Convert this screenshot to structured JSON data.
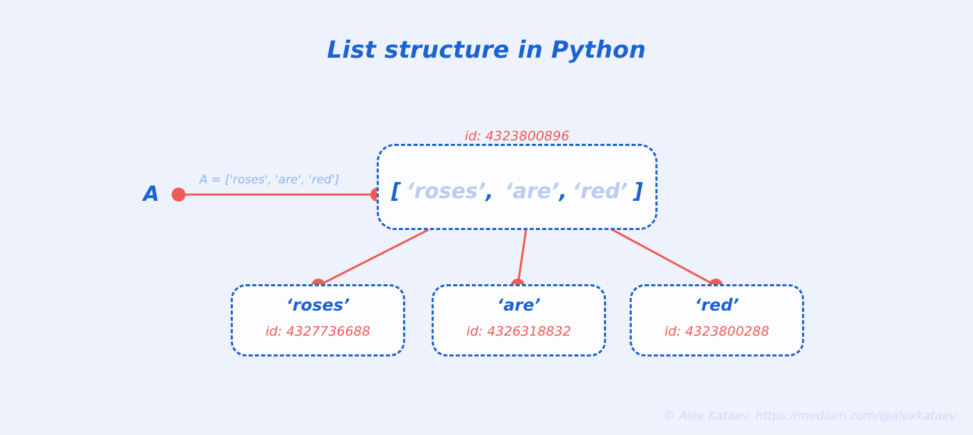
{
  "title": "List structure in Python",
  "variable": {
    "label": "A",
    "assignment_annotation": "A = ['roses', 'are', 'red']"
  },
  "list_node": {
    "id_caption": "id: 4323800896",
    "open_bracket": "[",
    "close_bracket": "]",
    "comma": ",",
    "items": [
      {
        "literal": "‘roses’"
      },
      {
        "literal": "‘are’"
      },
      {
        "literal": "‘red’"
      }
    ]
  },
  "string_nodes": [
    {
      "value": "‘roses’",
      "id_caption": "id: 4327736688"
    },
    {
      "value": "‘are’",
      "id_caption": "id: 4326318832"
    },
    {
      "value": "‘red’",
      "id_caption": "id: 4323800288"
    }
  ],
  "footer": "© Alex Kataev, https://medium.com/@alexkataev",
  "colors": {
    "background": "#eef2fd",
    "blue": "#1b63d1",
    "light_blue": "#b9cdf0",
    "annotation_blue": "#8cb4ef",
    "red": "#f15a52",
    "box_fill": "#fdfdff",
    "footer": "#cfdcf6"
  }
}
